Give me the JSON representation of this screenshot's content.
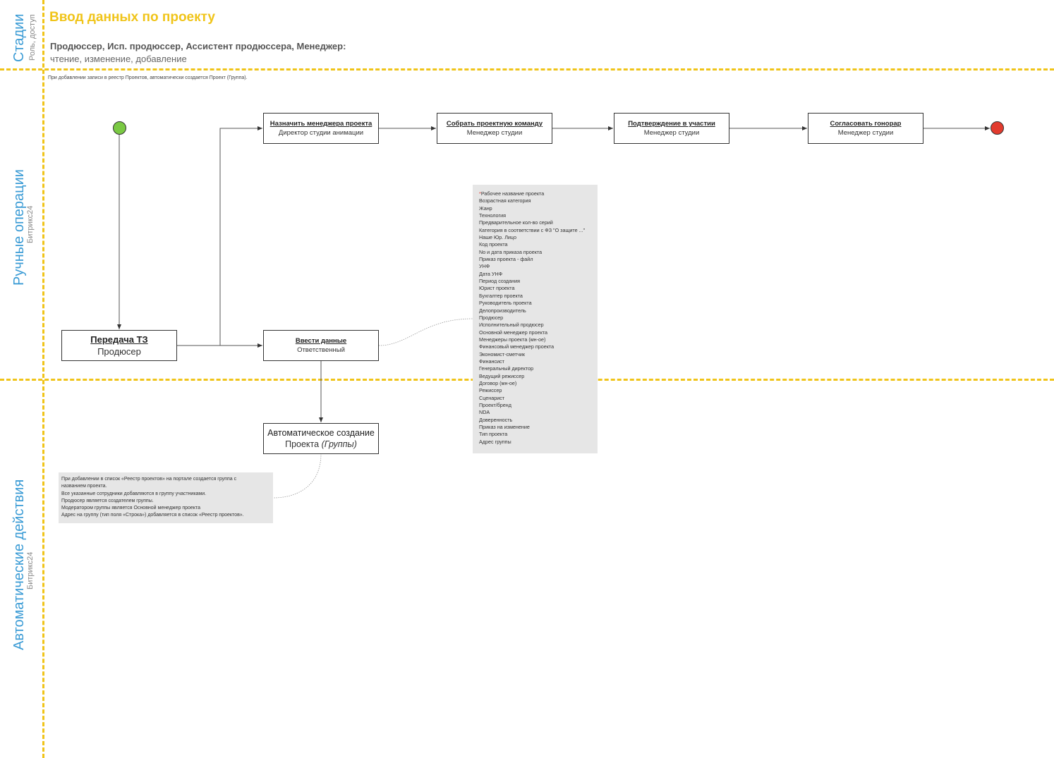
{
  "header": {
    "title": "Ввод данных по проекту",
    "roles": "Продюссер, Исп. продюссер, Ассистент продюссера, Менеджер:",
    "permissions": "чтение, изменение, добавление",
    "note": "При добавлении записи в реестр Проектов, автоматически создается Проект (Группа)."
  },
  "lanes": {
    "stages": {
      "title": "Стадии",
      "subtitle": "Роль, доступ"
    },
    "manual": {
      "title": "Ручные операции",
      "subtitle": "Битрикс24"
    },
    "auto": {
      "title": "Автоматические действия",
      "subtitle": "Битрикс24"
    }
  },
  "nodes": {
    "tz": {
      "title": "Передача ТЗ",
      "role": "Продюсер"
    },
    "assign": {
      "title": "Назначить менеджера проекта",
      "role": "Директор студии анимации"
    },
    "team": {
      "title": "Собрать проектную команду",
      "role": "Менеджер студии"
    },
    "confirm": {
      "title": "Подтверждение в участии",
      "role": "Менеджер студии"
    },
    "fee": {
      "title": "Согласовать гонорар",
      "role": "Менеджер студии"
    },
    "enter": {
      "title": "Ввести данные",
      "role": "Ответственный"
    },
    "auto": {
      "title": "Автоматическое создание",
      "role": "Проекта ",
      "role_em": "(Группы)"
    }
  },
  "colors": {
    "start": "#7ac943",
    "end": "#e23b2e",
    "accent": "#f0c419",
    "lane": "#3a9bd5"
  },
  "fields": {
    "required_mark": "*",
    "items": [
      "Рабочее название проекта",
      "Возрастная категория",
      "Жанр",
      "Технология",
      "Предварительное кол-во серий",
      "Категория в соответствии с ФЗ \"О защите ...\"",
      "Наше Юр. Лицо",
      "Код проекта",
      "No и дата приказа проекта",
      "Приказ проекта - файл",
      "УНФ",
      "Дата УНФ",
      "Период создания",
      "Юрист проекта",
      "Бухгалтер проекта",
      "Руководитель проекта",
      "Делопроизводитель",
      "Продюсер",
      "Исполнительный продюсер",
      "Основной менеджер проекта",
      "Менеджеры проекта (мн-ое)",
      "Финансовый менеджер проекта",
      "Экономист-сметчик",
      "Финансист",
      "Генеральный директор",
      "Ведущий режиссер",
      "Договор (мн-ое)",
      "Режиссер",
      "Сценарист",
      "Проект/бренд",
      "NDA",
      "Доверенность",
      "Приказ на изменение",
      "Тип проекта",
      "Адрес группы"
    ]
  },
  "auto_note": {
    "lines": [
      "При добавлении в список «Реестр проектов» на портале создается группа с",
      "названием проекта.",
      "Все указанные сотрудники добавляются в группу участниками.",
      "Продюсер является создателем группы.",
      "Модератором группы является Основной менеджер проекта",
      "Адрес на группу (тип поля «Строка») добавляется в список «Реестр проектов»."
    ]
  }
}
